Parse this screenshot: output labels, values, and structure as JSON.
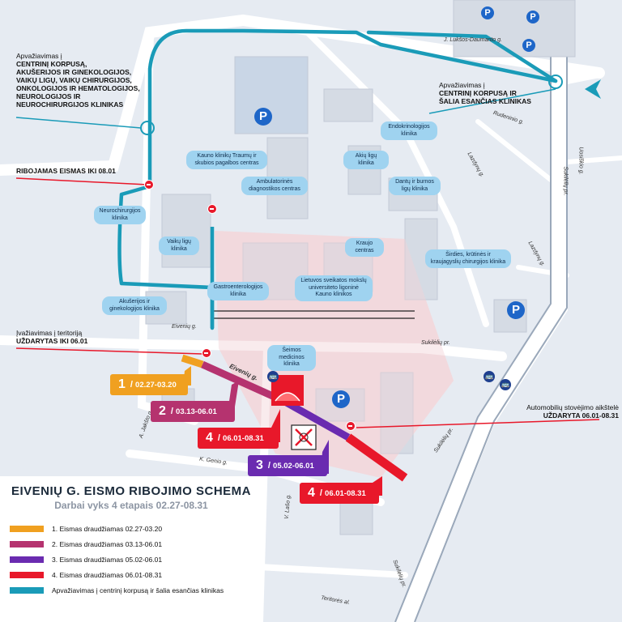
{
  "legend": {
    "title": "EIVENIŲ G. EISMO RIBOJIMO SCHEMA",
    "subtitle": "Darbai vyks 4 etapais 02.27-08.31",
    "items": [
      {
        "label": "1. Eismas draudžiamas 02.27-03.20",
        "color": "#f0a020"
      },
      {
        "label": "2. Eismas draudžiamas 03.13-06.01",
        "color": "#b5336f"
      },
      {
        "label": "3. Eismas draudžiamas 05.02-06.01",
        "color": "#6a2bb0"
      },
      {
        "label": "4. Eismas draudžiamas 06.01-08.31",
        "color": "#e8182a"
      },
      {
        "label": "Apvažiavimas į centrinį korpusą ir šalia esančias klinikas",
        "color": "#1a9bb8"
      }
    ]
  },
  "stages": [
    {
      "num": "1",
      "date": "02.27-03.20",
      "color": "#f0a020"
    },
    {
      "num": "2",
      "date": "03.13-06.01",
      "color": "#b5336f"
    },
    {
      "num": "4",
      "date": "06.01-08.31",
      "color": "#e8182a"
    },
    {
      "num": "3",
      "date": "05.02-06.01",
      "color": "#6a2bb0"
    },
    {
      "num": "4",
      "date": "06.01-08.31",
      "color": "#e8182a"
    }
  ],
  "side_labels": {
    "left_detour": {
      "l1": "Apvažiavimas į",
      "l2": "CENTRINĮ KORPUSĄ,",
      "l3": "AKUŠERIJOS IR GINEKOLOGIJOS,",
      "l4": "VAIKŲ LIGŲ, VAIKŲ CHIRURGIJOS,",
      "l5": "ONKOLOGIJOS IR HEMATOLOGIJOS,",
      "l6": "NEUROLOGIJOS IR",
      "l7": "NEUROCHIRURGIJOS KLINIKAS"
    },
    "right_detour": {
      "l1": "Apvažiavimas į",
      "l2": "CENTRINĮ KORPUSĄ IR",
      "l3": "ŠALIA ESANČIAS KLINIKAS"
    },
    "restricted": "RIBOJAMAS EISMAS IKI 08.01",
    "entry": {
      "l1": "Įvažiavimas į teritoriją",
      "l2": "UŽDARYTAS IKI 06.01"
    },
    "parking": {
      "l1": "Automobilių stovėjimo aikštelė",
      "l2": "UŽDARYTA 06.01-08.31"
    }
  },
  "clinics": [
    "Endokrinologijos klinika",
    "Kauno klinikų Traumų ir skubios pagalbos centras",
    "Akių ligų klinika",
    "Ambulatorinės diagnostikos centras",
    "Dantų ir burnos ligų klinika",
    "Neurochirurgijos klinika",
    "Vaikų ligų klinika",
    "Kraujo centras",
    "Širdies, krūtinės ir kraujagyslių chirurgijos klinika",
    "Lietuvos sveikatos mokslų universiteto ligoninė Kauno klinikos",
    "Gastroenterologijos klinika",
    "Akušerijos ir ginekologijos klinika",
    "Šeimos medicinos klinika"
  ],
  "streets": {
    "lukso": "J. Lukšos-Daumanto g.",
    "rudeninio": "Rudeninio g.",
    "laisves": "Lazdynų g.",
    "umedzio": "Uosiškio g.",
    "lazdynu": "Lazdynų g.",
    "eiveniu1": "Eivenių g.",
    "eiveniu2": "Eivenių g.",
    "sukileliu1": "Sukilėlių pr.",
    "sukileliu2": "Sukilėlių pr.",
    "sukileliu3": "Sukilėlių pr.",
    "amatu": "A. Jakšto g.",
    "genio": "K. Genio g.",
    "lago": "V. Lašo g.",
    "teritoriu": "Teritorės al."
  },
  "icons": {
    "parking": "P",
    "bus": "bus-icon"
  }
}
